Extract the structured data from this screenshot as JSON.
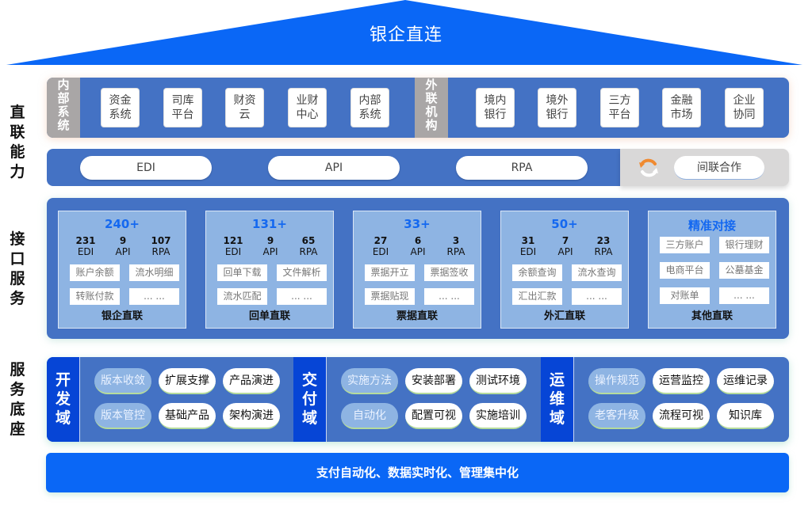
{
  "roof": {
    "title": "银企直连"
  },
  "row_labels": {
    "direct_capability": "直联能力",
    "interface_service": "接口服务",
    "service_base": "服务底座"
  },
  "systems": {
    "internal_group": "内部系统",
    "internal_items": [
      "资金系统",
      "司库平台",
      "财资云",
      "业财中心",
      "内部系统"
    ],
    "external_group": "外联机构",
    "external_items": [
      "境内银行",
      "境外银行",
      "三方平台",
      "金融市场",
      "企业协同"
    ]
  },
  "channels": {
    "items": [
      "EDI",
      "API",
      "RPA"
    ],
    "indirect": {
      "icon": "sync-icon",
      "label": "间联合作"
    }
  },
  "interfaces": {
    "cards": [
      {
        "total": "240+",
        "stats": [
          {
            "num": "231",
            "label": "EDI"
          },
          {
            "num": "9",
            "label": "API"
          },
          {
            "num": "107",
            "label": "RPA"
          }
        ],
        "chips": [
          "账户余额",
          "流水明细",
          "转账付款",
          "... ..."
        ],
        "name": "银企直联"
      },
      {
        "total": "131+",
        "stats": [
          {
            "num": "121",
            "label": "EDI"
          },
          {
            "num": "9",
            "label": "API"
          },
          {
            "num": "65",
            "label": "RPA"
          }
        ],
        "chips": [
          "回单下载",
          "文件解析",
          "流水匹配",
          "... ..."
        ],
        "name": "回单直联"
      },
      {
        "total": "33+",
        "stats": [
          {
            "num": "27",
            "label": "EDI"
          },
          {
            "num": "6",
            "label": "API"
          },
          {
            "num": "3",
            "label": "RPA"
          }
        ],
        "chips": [
          "票据开立",
          "票据签收",
          "票据贴现",
          "... ..."
        ],
        "name": "票据直联"
      },
      {
        "total": "50+",
        "stats": [
          {
            "num": "31",
            "label": "EDI"
          },
          {
            "num": "7",
            "label": "API"
          },
          {
            "num": "23",
            "label": "RPA"
          }
        ],
        "chips": [
          "余额查询",
          "流水查询",
          "汇出汇款",
          "... ..."
        ],
        "name": "外汇直联"
      },
      {
        "total": "精准对接",
        "chips": [
          "三方账户",
          "银行理财",
          "电商平台",
          "公墓基金",
          "对账单",
          "... ..."
        ],
        "name": "其他直联"
      }
    ]
  },
  "domains": [
    {
      "label": "开发域",
      "items": [
        [
          "版本收敛",
          "扩展支撑",
          "产品演进"
        ],
        [
          "版本管控",
          "基础产品",
          "架构演进"
        ]
      ]
    },
    {
      "label": "交付域",
      "items": [
        [
          "实施方法",
          "安装部署",
          "测试环境"
        ],
        [
          "自动化",
          "配置可视",
          "实施培训"
        ]
      ]
    },
    {
      "label": "运维域",
      "items": [
        [
          "操作规范",
          "运营监控",
          "运维记录"
        ],
        [
          "老客升级",
          "流程可视",
          "知识库"
        ]
      ]
    }
  ],
  "footer": {
    "text": "支付自动化、数据实时化、管理集中化"
  },
  "colors": {
    "brand_blue": "#0a67f6",
    "panel_blue": "#4472c4",
    "card_light_blue": "#8eb4e3",
    "domain_blue": "#0645d6",
    "group_gray": "#a9a6a6",
    "accent_orange": "#f08a30"
  }
}
